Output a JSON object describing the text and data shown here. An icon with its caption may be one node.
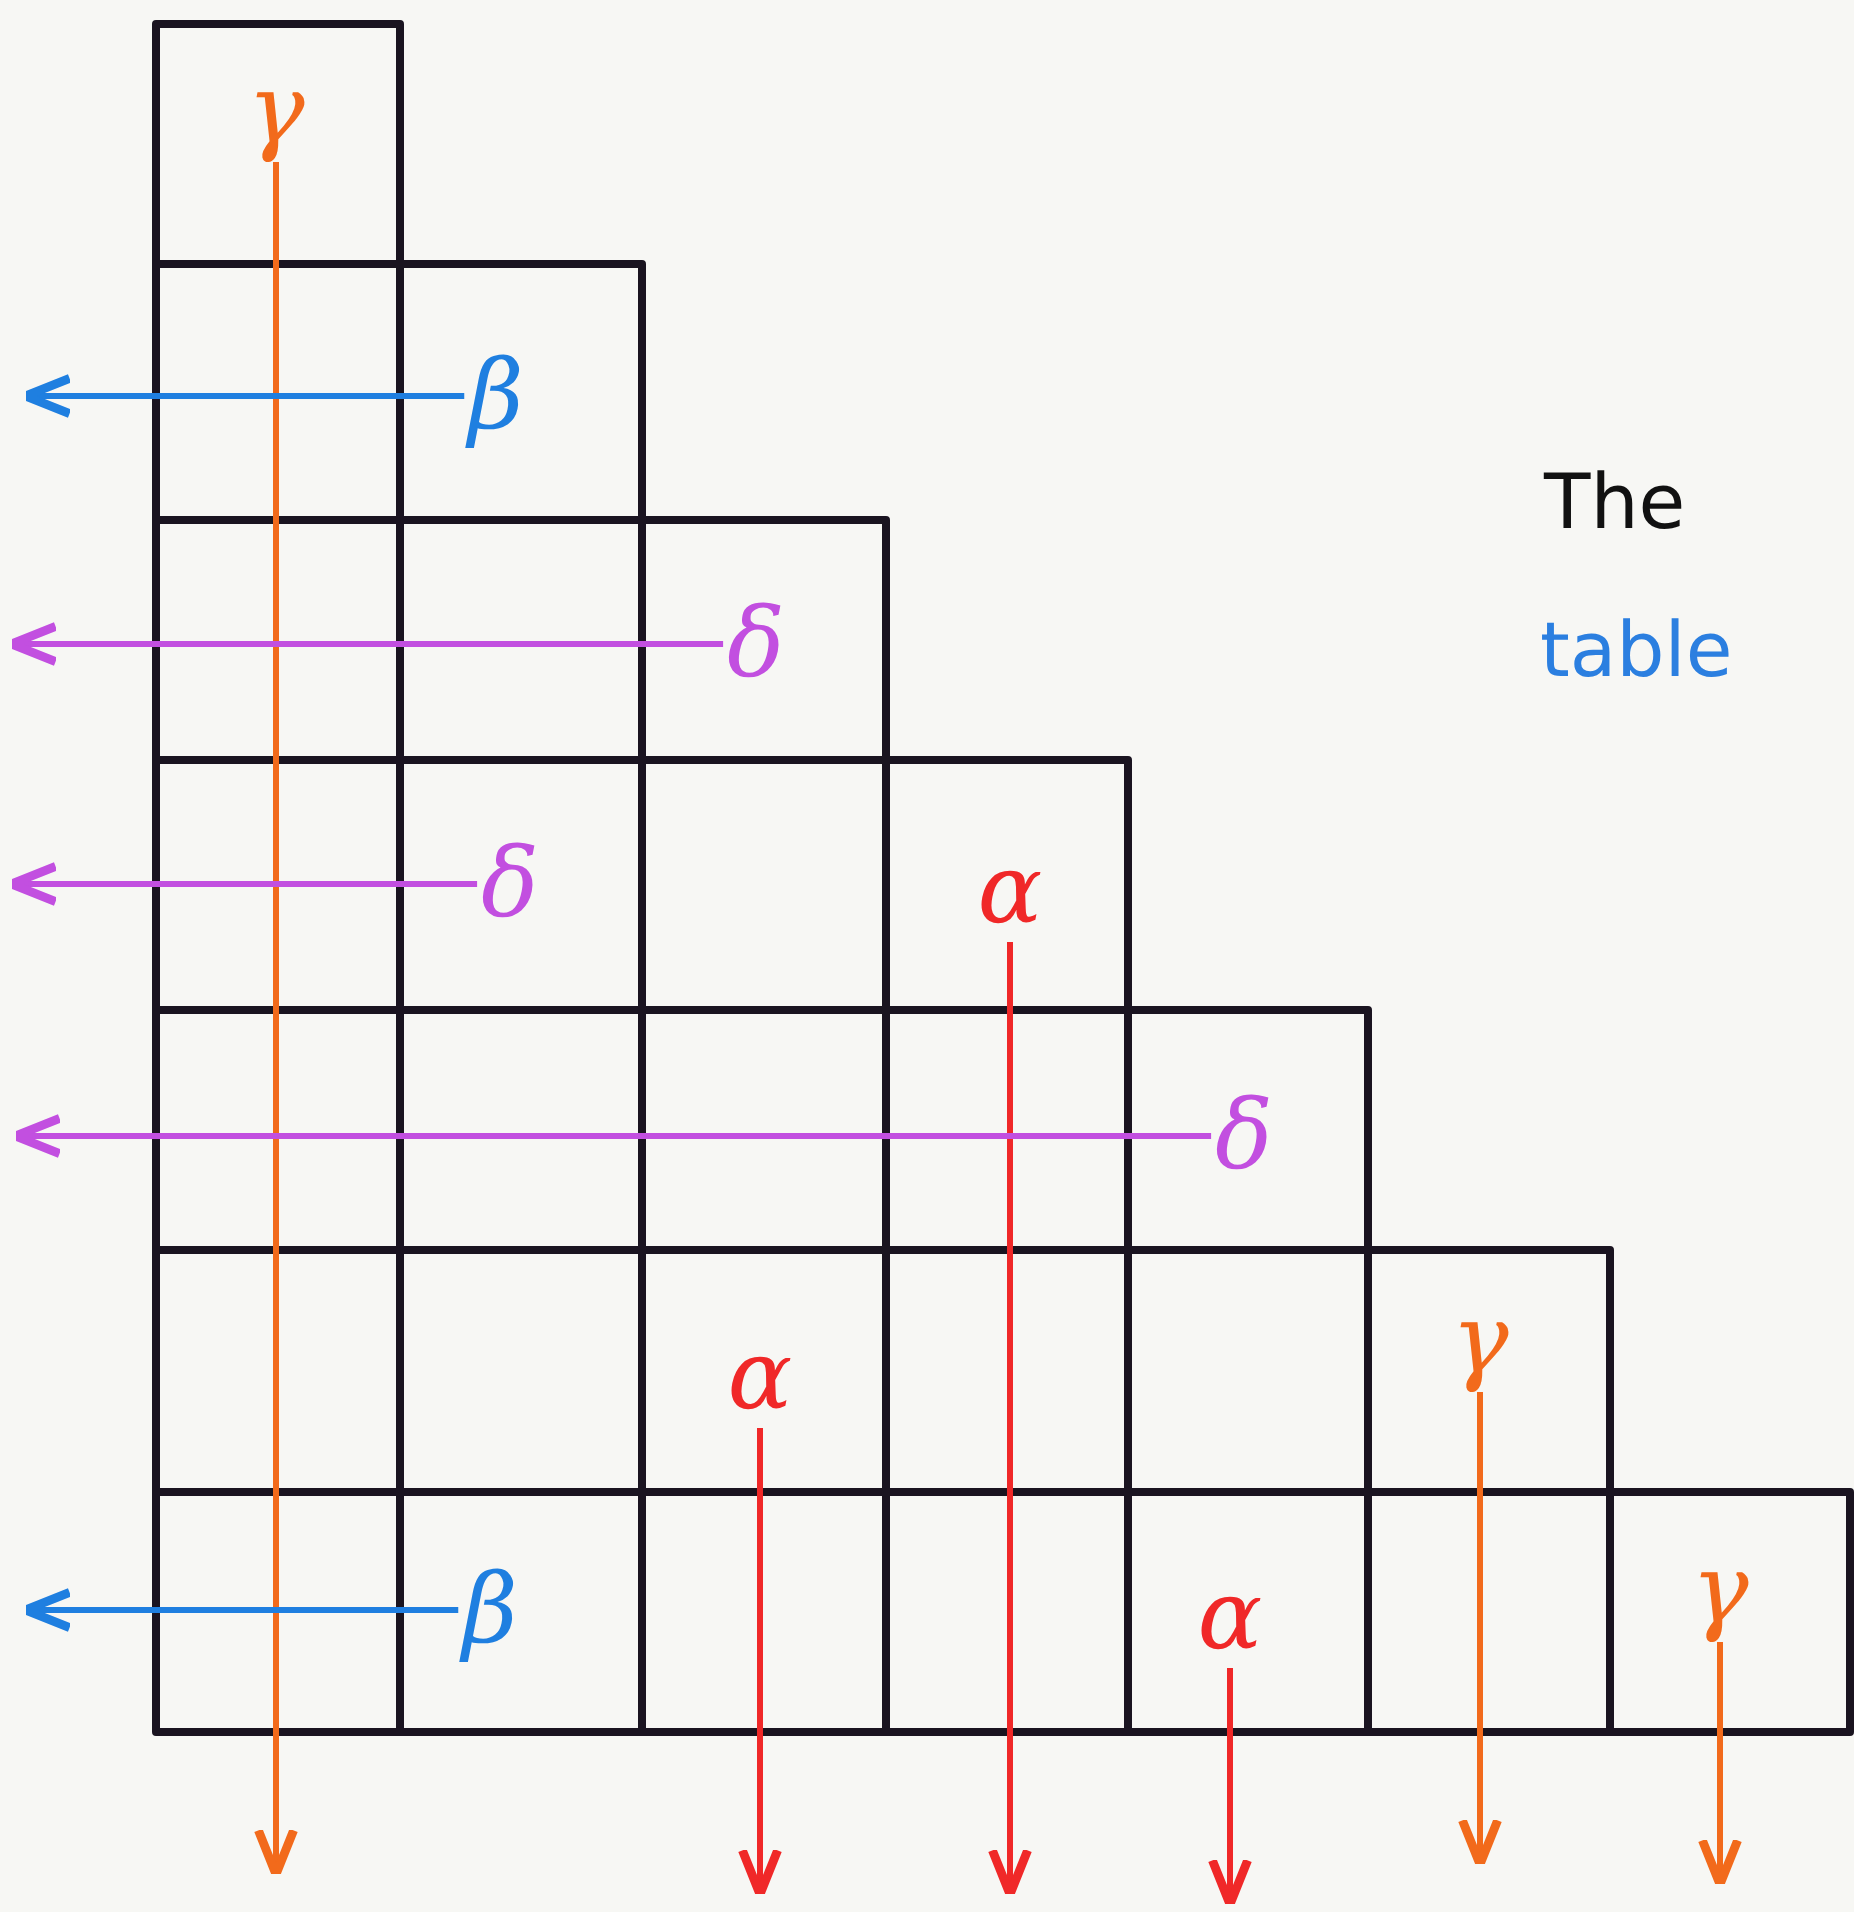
{
  "diagram": {
    "nodes": [
      {
        "text": [
          "γ"
        ]
      },
      {
        "text": [
          "β"
        ]
      },
      {
        "text": [
          "δ"
        ]
      },
      {
        "text": [
          "δ"
        ]
      },
      {
        "text": [
          "α"
        ]
      },
      {
        "text": [
          "δ"
        ]
      },
      {
        "text": [
          "α"
        ]
      },
      {
        "text": [
          "γ"
        ]
      },
      {
        "text": [
          "β"
        ]
      },
      {
        "text": [
          "α"
        ]
      },
      {
        "text": [
          "γ"
        ]
      }
    ],
    "edges": [
      {
        "from": 0,
        "to": null,
        "arrow": "to",
        "color": "#f26a1b"
      },
      {
        "from": 1,
        "to": null,
        "arrow": "to",
        "color": "#1f7fe0"
      },
      {
        "from": 2,
        "to": null,
        "arrow": "to",
        "color": "#c24fe0"
      },
      {
        "from": 3,
        "to": null,
        "arrow": "to",
        "color": "#c24fe0"
      },
      {
        "from": 4,
        "to": null,
        "arrow": "to",
        "color": "#f02828"
      },
      {
        "from": 5,
        "to": null,
        "arrow": "to",
        "color": "#c24fe0"
      },
      {
        "from": 6,
        "to": null,
        "arrow": "to",
        "color": "#f02828"
      },
      {
        "from": 7,
        "to": null,
        "arrow": "to",
        "color": "#f26a1b"
      },
      {
        "from": 8,
        "to": null,
        "arrow": "to",
        "color": "#1f7fe0"
      },
      {
        "from": 9,
        "to": null,
        "arrow": "to",
        "color": "#f02828"
      },
      {
        "from": 10,
        "to": null,
        "arrow": "to",
        "color": "#f26a1b"
      }
    ],
    "labels": [
      "The",
      "table"
    ]
  }
}
